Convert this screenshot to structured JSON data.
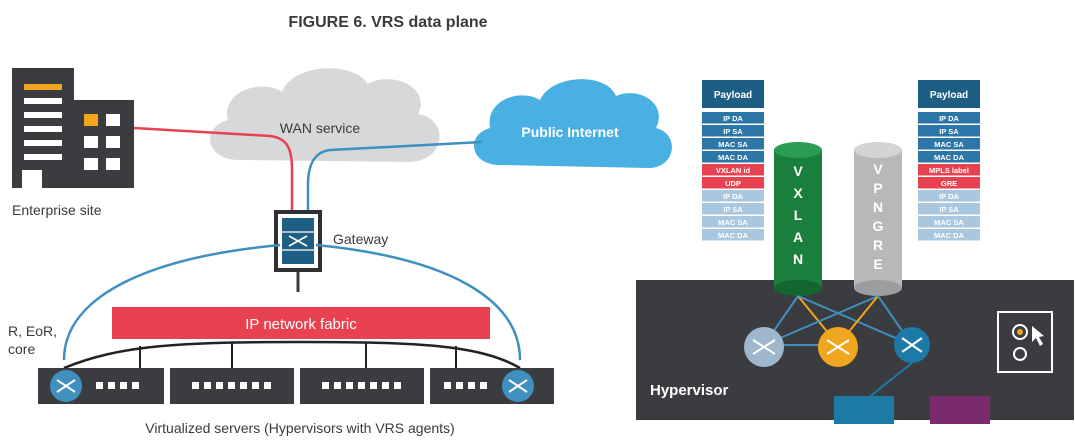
{
  "title": "FIGURE 6. VRS data plane",
  "labels": {
    "wan": "WAN service",
    "internet": "Public Internet",
    "enterprise": "Enterprise site",
    "gateway": "Gateway",
    "tor_line1": "R, EoR,",
    "tor_line2": "core",
    "fabric": "IP network fabric",
    "servers": "Virtualized servers (Hypervisors with VRS agents)",
    "hypervisor": "Hypervisor"
  },
  "tunnels": {
    "vxlan": [
      "V",
      "X",
      "L",
      "A",
      "N"
    ],
    "vpngre": [
      "V",
      "P",
      "N",
      "G",
      "R",
      "E"
    ]
  },
  "stack_left": {
    "payload": "Payload",
    "items": [
      {
        "text": "IP DA",
        "kind": "blue"
      },
      {
        "text": "IP SA",
        "kind": "blue"
      },
      {
        "text": "MAC SA",
        "kind": "blue"
      },
      {
        "text": "MAC DA",
        "kind": "blue"
      },
      {
        "text": "VXLAN id",
        "kind": "red"
      },
      {
        "text": "UDP",
        "kind": "red"
      },
      {
        "text": "IP DA",
        "kind": "light"
      },
      {
        "text": "IP SA",
        "kind": "light"
      },
      {
        "text": "MAC SA",
        "kind": "light"
      },
      {
        "text": "MAC DA",
        "kind": "light"
      }
    ]
  },
  "stack_right": {
    "payload": "Payload",
    "items": [
      {
        "text": "IP DA",
        "kind": "blue"
      },
      {
        "text": "IP SA",
        "kind": "blue"
      },
      {
        "text": "MAC SA",
        "kind": "blue"
      },
      {
        "text": "MAC DA",
        "kind": "blue"
      },
      {
        "text": "MPLS label",
        "kind": "red"
      },
      {
        "text": "GRE",
        "kind": "red"
      },
      {
        "text": "IP DA",
        "kind": "light"
      },
      {
        "text": "IP SA",
        "kind": "light"
      },
      {
        "text": "MAC SA",
        "kind": "light"
      },
      {
        "text": "MAC DA",
        "kind": "light"
      }
    ]
  },
  "colors": {
    "red": "#e8414f",
    "blue": "#3f8fbf",
    "cloud_gray": "#d7d8da",
    "internet_blue": "#4ab0e4",
    "dark": "#3b3c3f",
    "navy": "#1e5d84",
    "orange": "#f2a51e",
    "green": "#1a7f3c",
    "teal": "#1d7aa6",
    "purple": "#7b2a6e"
  }
}
